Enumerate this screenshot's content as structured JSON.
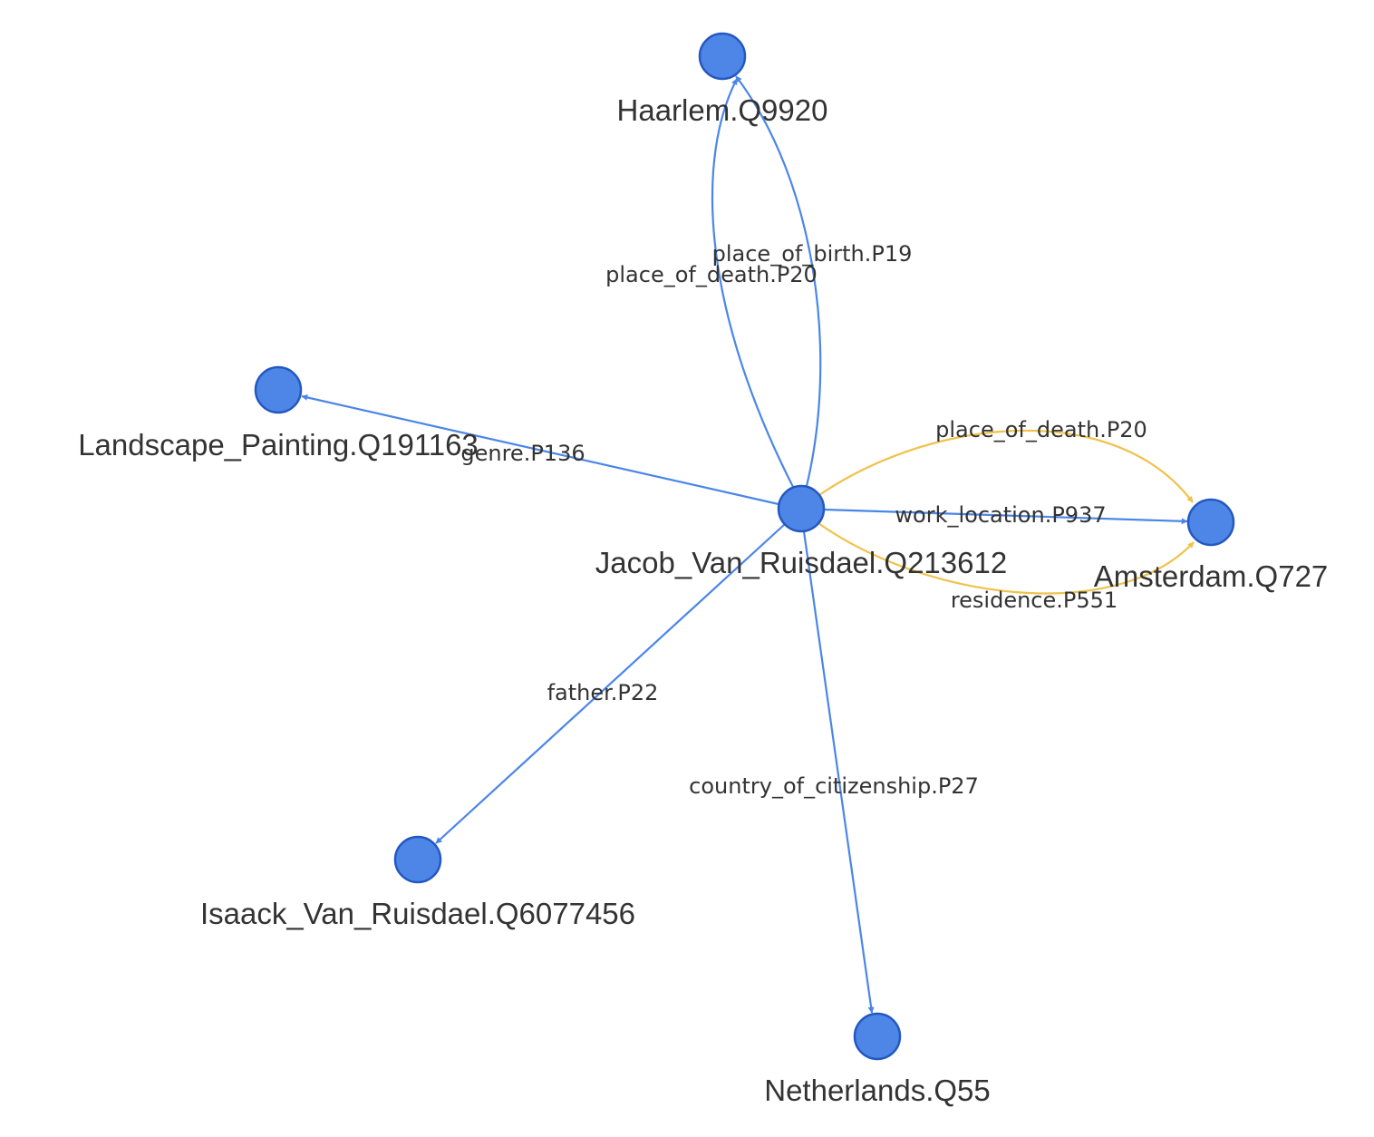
{
  "colors": {
    "blue": "#4a86e8",
    "yellow": "#f0c24a",
    "node_fill": "#4e86e8",
    "node_stroke": "#2458c0",
    "text": "#333333"
  },
  "nodes": [
    {
      "id": "jacob",
      "label": "Jacob_Van_Ruisdael.Q213612"
    },
    {
      "id": "haarlem",
      "label": "Haarlem.Q9920"
    },
    {
      "id": "landscape",
      "label": "Landscape_Painting.Q191163"
    },
    {
      "id": "amsterdam",
      "label": "Amsterdam.Q727"
    },
    {
      "id": "isaack",
      "label": "Isaack_Van_Ruisdael.Q6077456"
    },
    {
      "id": "netherlands",
      "label": "Netherlands.Q55"
    }
  ],
  "edges": [
    {
      "id": "e1",
      "source": "jacob",
      "target": "haarlem",
      "label": "place_of_birth.P19",
      "color": "blue"
    },
    {
      "id": "e2",
      "source": "jacob",
      "target": "haarlem",
      "label": "place_of_death.P20",
      "color": "blue"
    },
    {
      "id": "e3",
      "source": "jacob",
      "target": "landscape",
      "label": "genre.P136",
      "color": "blue"
    },
    {
      "id": "e4",
      "source": "jacob",
      "target": "amsterdam",
      "label": "place_of_death.P20",
      "color": "yellow"
    },
    {
      "id": "e5",
      "source": "jacob",
      "target": "amsterdam",
      "label": "work_location.P937",
      "color": "blue"
    },
    {
      "id": "e6",
      "source": "jacob",
      "target": "amsterdam",
      "label": "residence.P551",
      "color": "yellow"
    },
    {
      "id": "e7",
      "source": "jacob",
      "target": "isaack",
      "label": "father.P22",
      "color": "blue"
    },
    {
      "id": "e8",
      "source": "jacob",
      "target": "netherlands",
      "label": "country_of_citizenship.P27",
      "color": "blue"
    }
  ]
}
